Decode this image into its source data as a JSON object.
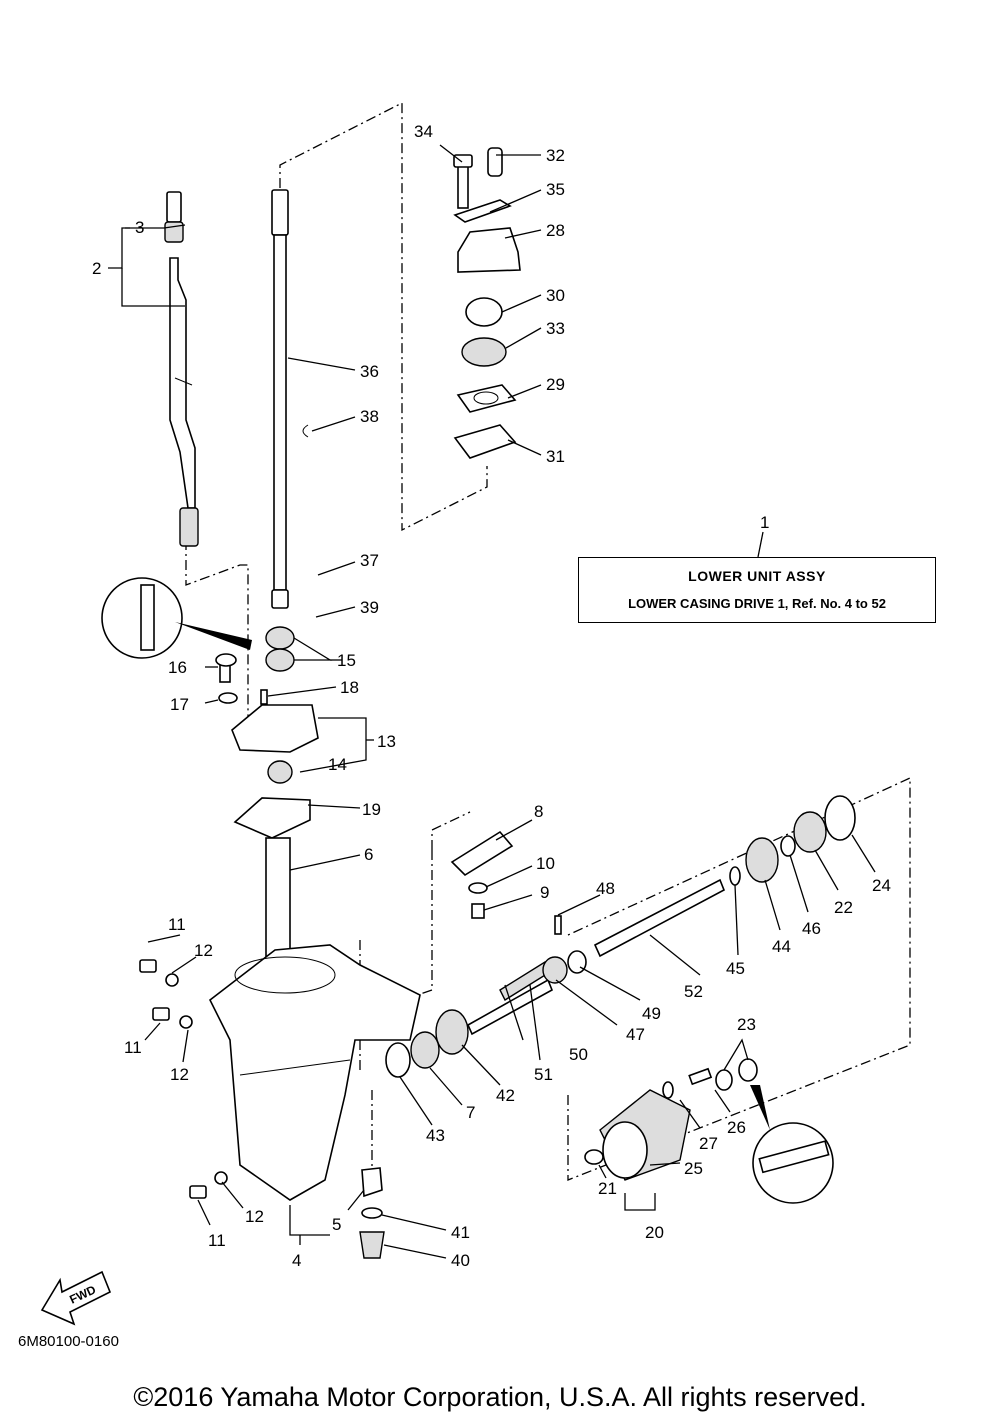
{
  "title": {
    "ref": "1",
    "main": "LOWER UNIT ASSY",
    "sub": "LOWER CASING DRIVE 1,  Ref. No. 4 to 52"
  },
  "callouts": [
    "2",
    "3",
    "4",
    "5",
    "6",
    "7",
    "8",
    "9",
    "10",
    "11",
    "11",
    "11",
    "12",
    "12",
    "12",
    "13",
    "14",
    "15",
    "16",
    "17",
    "18",
    "19",
    "20",
    "21",
    "22",
    "23",
    "24",
    "25",
    "26",
    "27",
    "28",
    "29",
    "30",
    "31",
    "32",
    "33",
    "34",
    "35",
    "36",
    "37",
    "38",
    "39",
    "40",
    "41",
    "42",
    "43",
    "44",
    "45",
    "46",
    "47",
    "48",
    "49",
    "50",
    "51",
    "52"
  ],
  "fwd": "FWD",
  "diagram_code": "6M80100-0160",
  "copyright": "©2016 Yamaha Motor Corporation, U.S.A. All rights reserved."
}
